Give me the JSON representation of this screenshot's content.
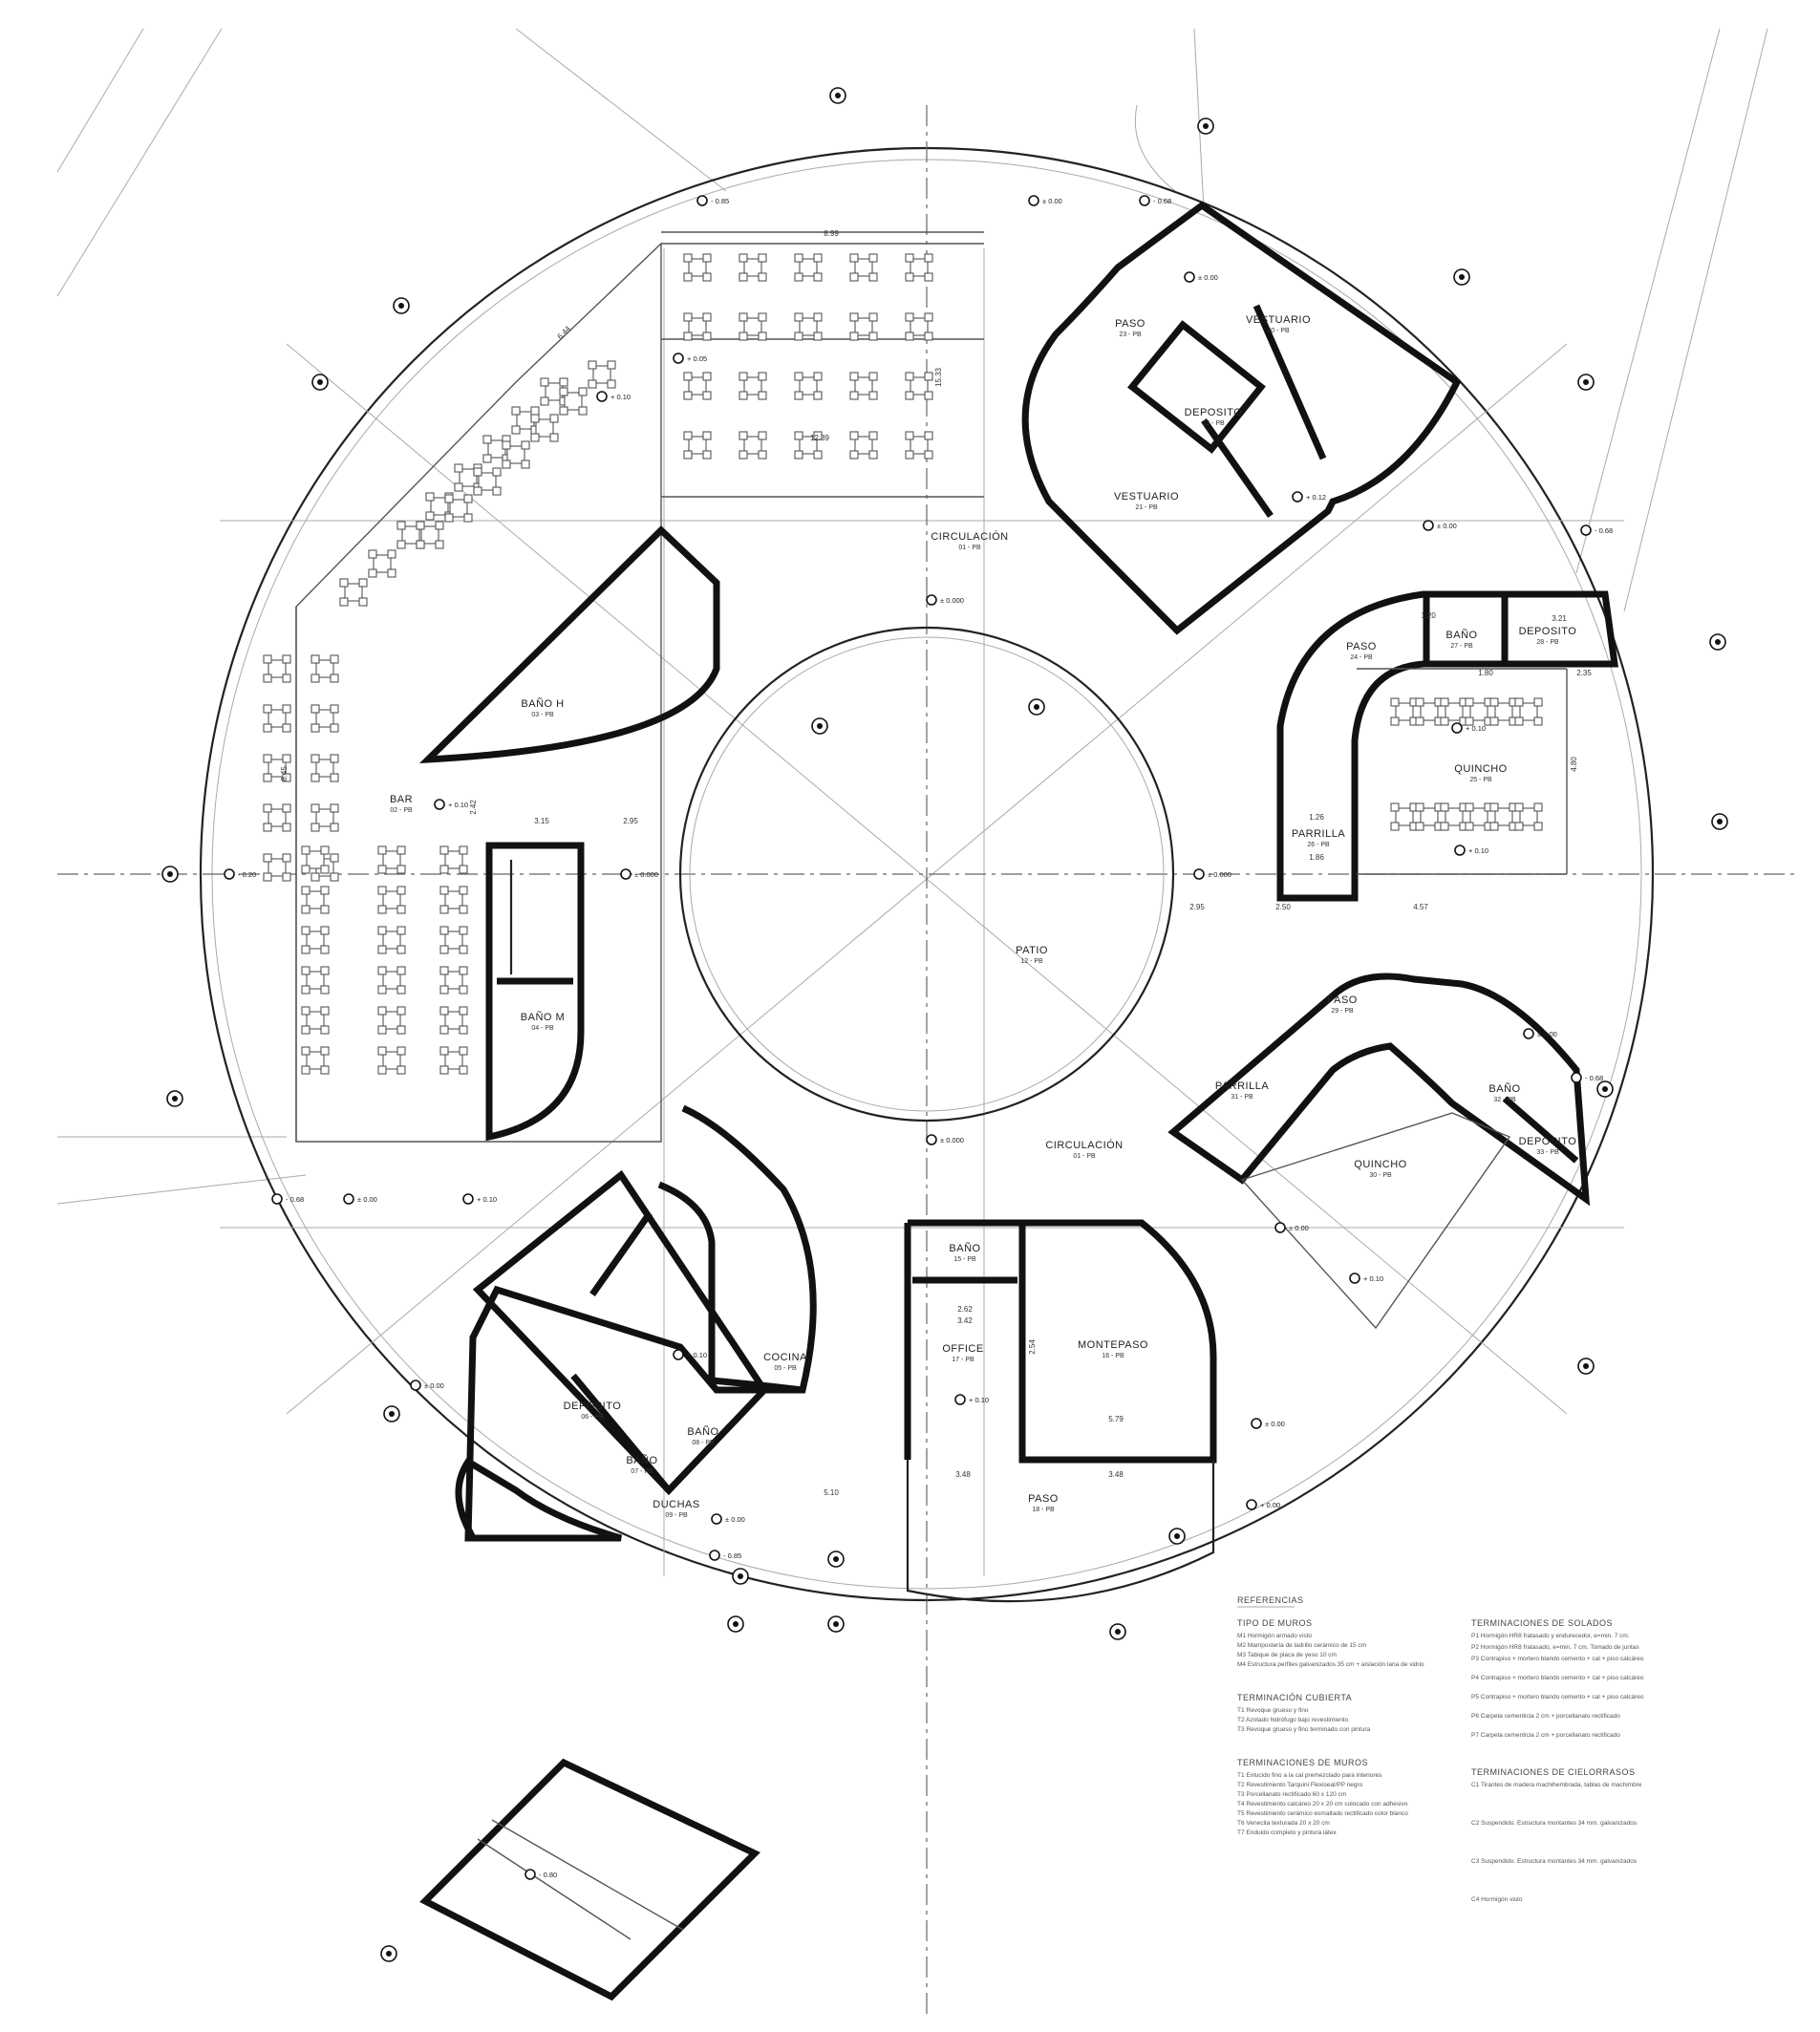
{
  "rooms": {
    "patio": {
      "name": "PATIO",
      "code": "12 - PB"
    },
    "circulacion_north": {
      "name": "CIRCULACIÓN",
      "code": "01 - PB"
    },
    "circulacion_south": {
      "name": "CIRCULACIÓN",
      "code": "01 - PB"
    },
    "bar": {
      "name": "BAR",
      "code": "02 - PB"
    },
    "bano_h_west": {
      "name": "BAÑO H",
      "code": "03 - PB"
    },
    "bano_m_west": {
      "name": "BAÑO M",
      "code": "04 - PB"
    },
    "vestuario_1": {
      "name": "VESTUARIO",
      "code": "20 - PB"
    },
    "vestuario_2": {
      "name": "VESTUARIO",
      "code": "21 - PB"
    },
    "deposito_ne": {
      "name": "DEPOSITO",
      "code": "22 - PB"
    },
    "paso_ne": {
      "name": "PASO",
      "code": "23 - PB"
    },
    "quincho_east": {
      "name": "QUINCHO",
      "code": "25 - PB"
    },
    "parrilla_east": {
      "name": "PARRILLA",
      "code": "26 - PB"
    },
    "bano_east": {
      "name": "BAÑO",
      "code": "27 - PB"
    },
    "deposito_east": {
      "name": "DEPOSITO",
      "code": "28 - PB"
    },
    "paso_east": {
      "name": "PASO",
      "code": "24 - PB"
    },
    "quincho_se": {
      "name": "QUINCHO",
      "code": "30 - PB"
    },
    "parrilla_se": {
      "name": "PARRILLA",
      "code": "31 - PB"
    },
    "bano_se": {
      "name": "BAÑO",
      "code": "32 - PB"
    },
    "deposito_se": {
      "name": "DEPOSITO",
      "code": "33 - PB"
    },
    "paso_se": {
      "name": "PASO",
      "code": "29 - PB"
    },
    "montepaso": {
      "name": "MONTEPASO",
      "code": "16 - PB"
    },
    "office": {
      "name": "OFFICE",
      "code": "17 - PB"
    },
    "bano_s": {
      "name": "BAÑO",
      "code": "15 - PB"
    },
    "paso_s": {
      "name": "PASO",
      "code": "18 - PB"
    },
    "cocina": {
      "name": "COCINA",
      "code": "05 - PB"
    },
    "deposito_sw": {
      "name": "DEPOSITO",
      "code": "06 - PB"
    },
    "bano_sw1": {
      "name": "BAÑO",
      "code": "07 - PB"
    },
    "bano_sw2": {
      "name": "BAÑO",
      "code": "08 - PB"
    },
    "duchas": {
      "name": "DUCHAS",
      "code": "09 - PB"
    }
  },
  "levels": {
    "center": "± 0.000",
    "l1": "± 0.00",
    "l2": "+ 0.10",
    "l3": "- 0.68",
    "l4": "+ 0.05",
    "l5": "- 0.85",
    "l6": "+ 0.12",
    "l7": "- 0.80",
    "l8": "+ 0.00",
    "l9": "- 0.20"
  },
  "dimensions": {
    "d1": "8.99",
    "d2": "12.39",
    "d3": "15.33",
    "d4": "6.44",
    "d5": "8.45",
    "d6": "2.42",
    "d7": "3.15",
    "d8": "2.95",
    "d9": "2.95",
    "d10": "2.50",
    "d11": "4.57",
    "d12": "5.79",
    "d13": "3.48",
    "d14": "3.48",
    "d15": "2.54",
    "d16": "3.42",
    "d17": "5.10",
    "d18": "1.20",
    "d19": "1.80",
    "d20": "2.35",
    "d21": "3.21",
    "d22": "1.26",
    "d23": "1.86",
    "d24": "4.80",
    "d25": "2.62"
  },
  "notes": {
    "title": "REFERENCIAS",
    "sec1_title": "TIPO DE MUROS",
    "sec1": [
      "M1  Hormigón armado visto",
      "M2  Mampostería de ladrillo cerámico de 15 cm",
      "M3  Tabique de placa de yeso 10 cm",
      "M4  Estructura perfiles galvanizados 35 cm + aislación lana de vidrio"
    ],
    "sec2_title": "TERMINACIONES DE SOLADOS",
    "sec2": [
      "P1  Hormigón HR8 fratasado y endurecedor, e=min. 7 cm.",
      "P2  Hormigón HR8 fratasado, e=min. 7 cm. Tomado de juntas",
      "P3  Contrapiso + mortero blando cemento + cal + piso calcáreo",
      "P4  Contrapiso + mortero blando cemento + cal + piso calcáreo",
      "P5  Contrapiso + mortero blando cemento + cal + piso calcáreo",
      "P6  Carpeta cementicia 2 cm + porcellanato rectificado",
      "P7  Carpeta cementicia 2 cm + porcellanato rectificado"
    ],
    "sec3_title": "TERMINACIONES DE CIELORRASOS",
    "sec3": [
      "C1  Tirantes de madera machihembrada, tablas de machimbre",
      "C2  Suspendido. Estructura montantes 34 mm. galvanizados",
      "C3  Suspendido. Estructura montantes 34 mm. galvanizados",
      "C4  Hormigón visto"
    ],
    "sec4_title": "TERMINACIONES DE MUROS",
    "sec4": [
      "T1  Revoque grueso y fino",
      "T2  Azotado hidrófugo bajo revestimiento",
      "T3  Revoque grueso y fino terminado con pintura"
    ],
    "sec5_title": "TERMINACIÓN CUBIERTA",
    "sec5": [
      "T1  Enlucido fino a la cal premezclado para interiores",
      "T2  Revestimiento Tarquini Flexiseal/PP negro",
      "T3  Porcellanato rectificado 60 x 120 cm",
      "T4  Revestimiento calcáreo 20 x 20 cm colocado con adhesivo",
      "T5  Revestimiento cerámico esmaltado rectificado color blanco",
      "T6  Venecita texturada 20 x 20 cm",
      "T7  Enduido completo y pintura látex"
    ]
  },
  "colors": {
    "wall": "#111111",
    "line": "#555555",
    "faint": "#aaaaaa",
    "paper": "#ffffff"
  }
}
